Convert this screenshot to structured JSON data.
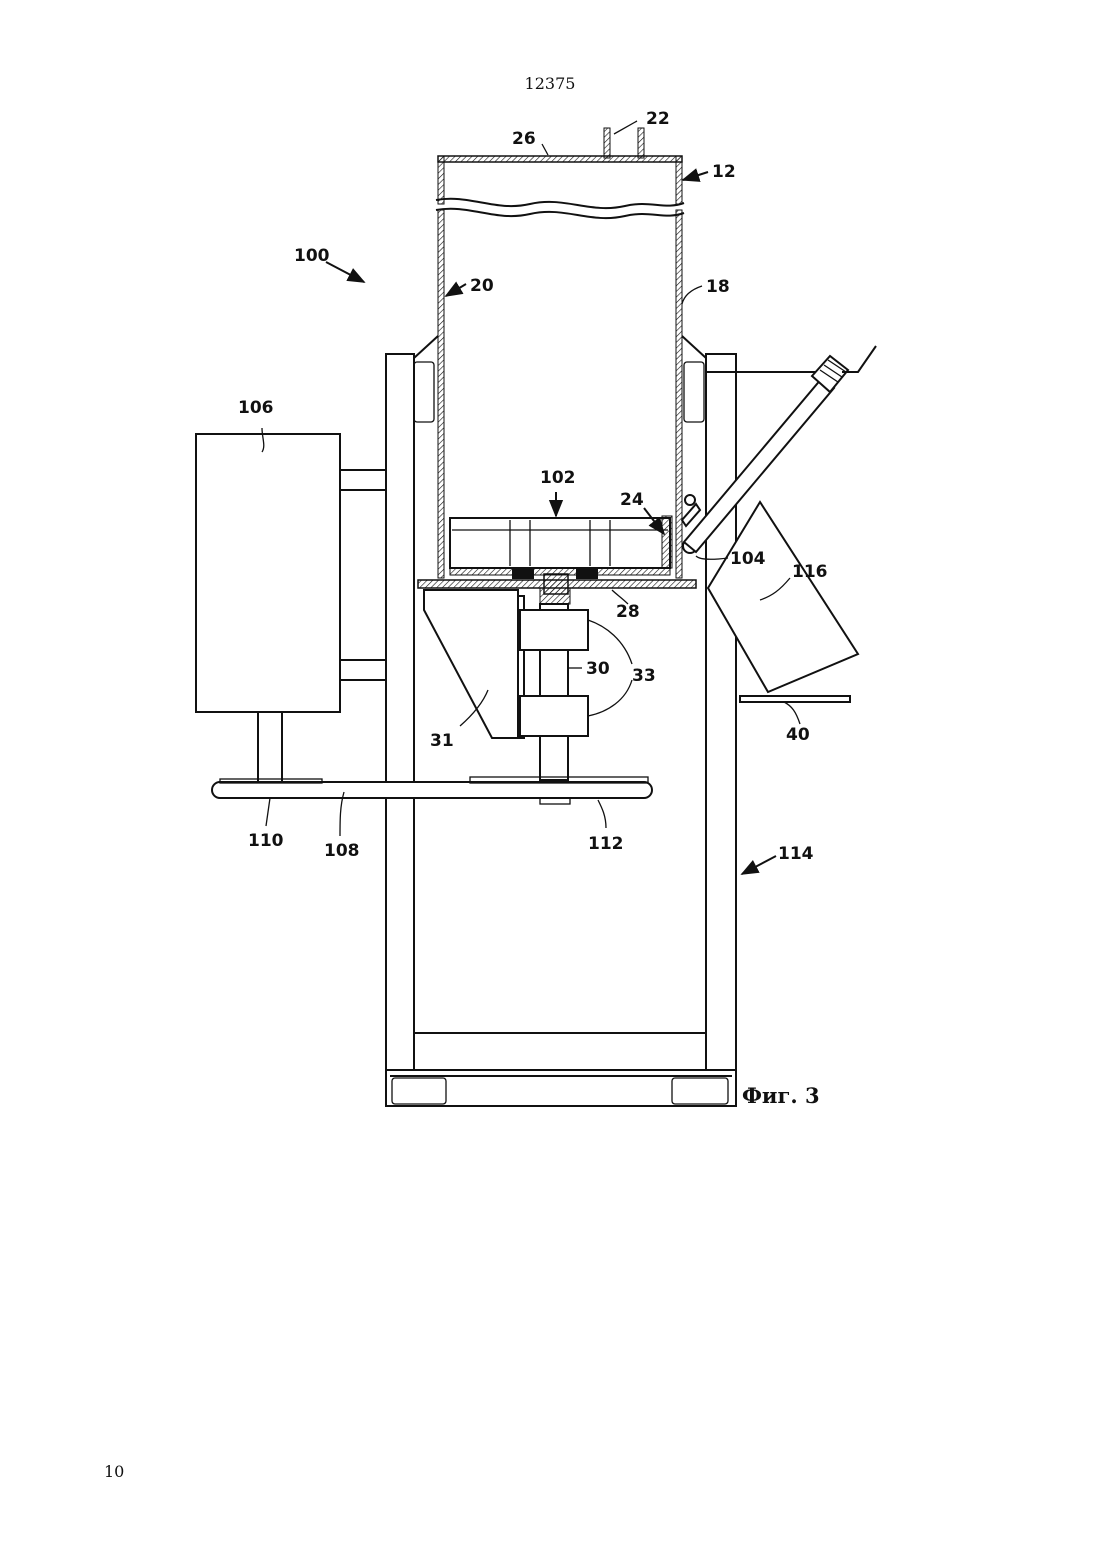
{
  "document": {
    "header_number": "12375",
    "page_number": "10",
    "figure_caption": "Фиг. 3"
  },
  "labels": {
    "l100": "100",
    "l12": "12",
    "l18": "18",
    "l20": "20",
    "l22": "22",
    "l24": "24",
    "l26": "26",
    "l28": "28",
    "l30": "30",
    "l31": "31",
    "l33": "33",
    "l40": "40",
    "l102": "102",
    "l104": "104",
    "l106": "106",
    "l108": "108",
    "l110": "110",
    "l112": "112",
    "l114": "114",
    "l116": "116"
  }
}
